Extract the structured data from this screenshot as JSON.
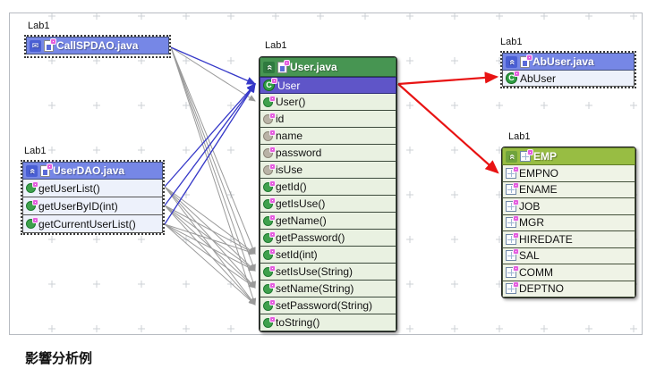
{
  "caption": "影響分析例",
  "labels": {
    "callspdao": "Lab1",
    "userdao": "Lab1",
    "user": "Lab1",
    "abuser": "Lab1",
    "emp": "Lab1"
  },
  "boxes": {
    "callspdao": {
      "title": "CallSPDAO.java"
    },
    "userdao": {
      "title": "UserDAO.java",
      "rows": [
        "getUserList()",
        "getUserByID(int)",
        "getCurrentUserList()"
      ]
    },
    "user": {
      "title": "User.java",
      "rows": [
        "User",
        "User()",
        "id",
        "name",
        "password",
        "isUse",
        "getId()",
        "getIsUse()",
        "getName()",
        "getPassword()",
        "setId(int)",
        "setIsUse(String)",
        "setName(String)",
        "setPassword(String)",
        "toString()"
      ]
    },
    "abuser": {
      "title": "AbUser.java",
      "rows": [
        "AbUser"
      ]
    },
    "emp": {
      "title": "EMP",
      "rows": [
        "EMPNO",
        "ENAME",
        "JOB",
        "MGR",
        "HIREDATE",
        "SAL",
        "COMM",
        "DEPTNO"
      ]
    }
  },
  "icons": {
    "double_chevron_up": "«",
    "mail": "✉",
    "class_letter": "C"
  },
  "colors": {
    "blue_header": "#7687e6",
    "green_header": "#479552",
    "olive_header": "#98bd43",
    "selected_row": "#5f55c8",
    "edge_blue": "#3538c8",
    "edge_gray": "#9a9a9a",
    "edge_red": "#e81313",
    "pink_marker": "#e45ede"
  },
  "edges": [
    {
      "from": "callspdao",
      "to": "user_User",
      "color": "blue"
    },
    {
      "from": "getUserList",
      "to": "user_User",
      "color": "blue"
    },
    {
      "from": "getUserByID",
      "to": "user_User",
      "color": "blue"
    },
    {
      "from": "getCurrentUserList",
      "to": "user_User",
      "color": "blue"
    },
    {
      "from": "callspdao",
      "to": "user_ctor",
      "color": "gray"
    },
    {
      "from": "callspdao",
      "to": "setId",
      "color": "gray"
    },
    {
      "from": "callspdao",
      "to": "setIsUse",
      "color": "gray"
    },
    {
      "from": "callspdao",
      "to": "setName",
      "color": "gray"
    },
    {
      "from": "callspdao",
      "to": "setPassword",
      "color": "gray"
    },
    {
      "from": "getUserList",
      "to": "setId",
      "color": "gray"
    },
    {
      "from": "getUserList",
      "to": "setIsUse",
      "color": "gray"
    },
    {
      "from": "getUserList",
      "to": "setName",
      "color": "gray"
    },
    {
      "from": "getUserList",
      "to": "setPassword",
      "color": "gray"
    },
    {
      "from": "getUserByID",
      "to": "setId",
      "color": "gray"
    },
    {
      "from": "getUserByID",
      "to": "setIsUse",
      "color": "gray"
    },
    {
      "from": "getUserByID",
      "to": "setName",
      "color": "gray"
    },
    {
      "from": "getUserByID",
      "to": "setPassword",
      "color": "gray"
    },
    {
      "from": "getCurrentUserList",
      "to": "setId",
      "color": "gray"
    },
    {
      "from": "getCurrentUserList",
      "to": "setIsUse",
      "color": "gray"
    },
    {
      "from": "getCurrentUserList",
      "to": "setName",
      "color": "gray"
    },
    {
      "from": "getCurrentUserList",
      "to": "setPassword",
      "color": "gray"
    },
    {
      "from": "user_out",
      "to": "abuser",
      "color": "red"
    },
    {
      "from": "user_out",
      "to": "emp_EMPNO",
      "color": "red"
    }
  ]
}
